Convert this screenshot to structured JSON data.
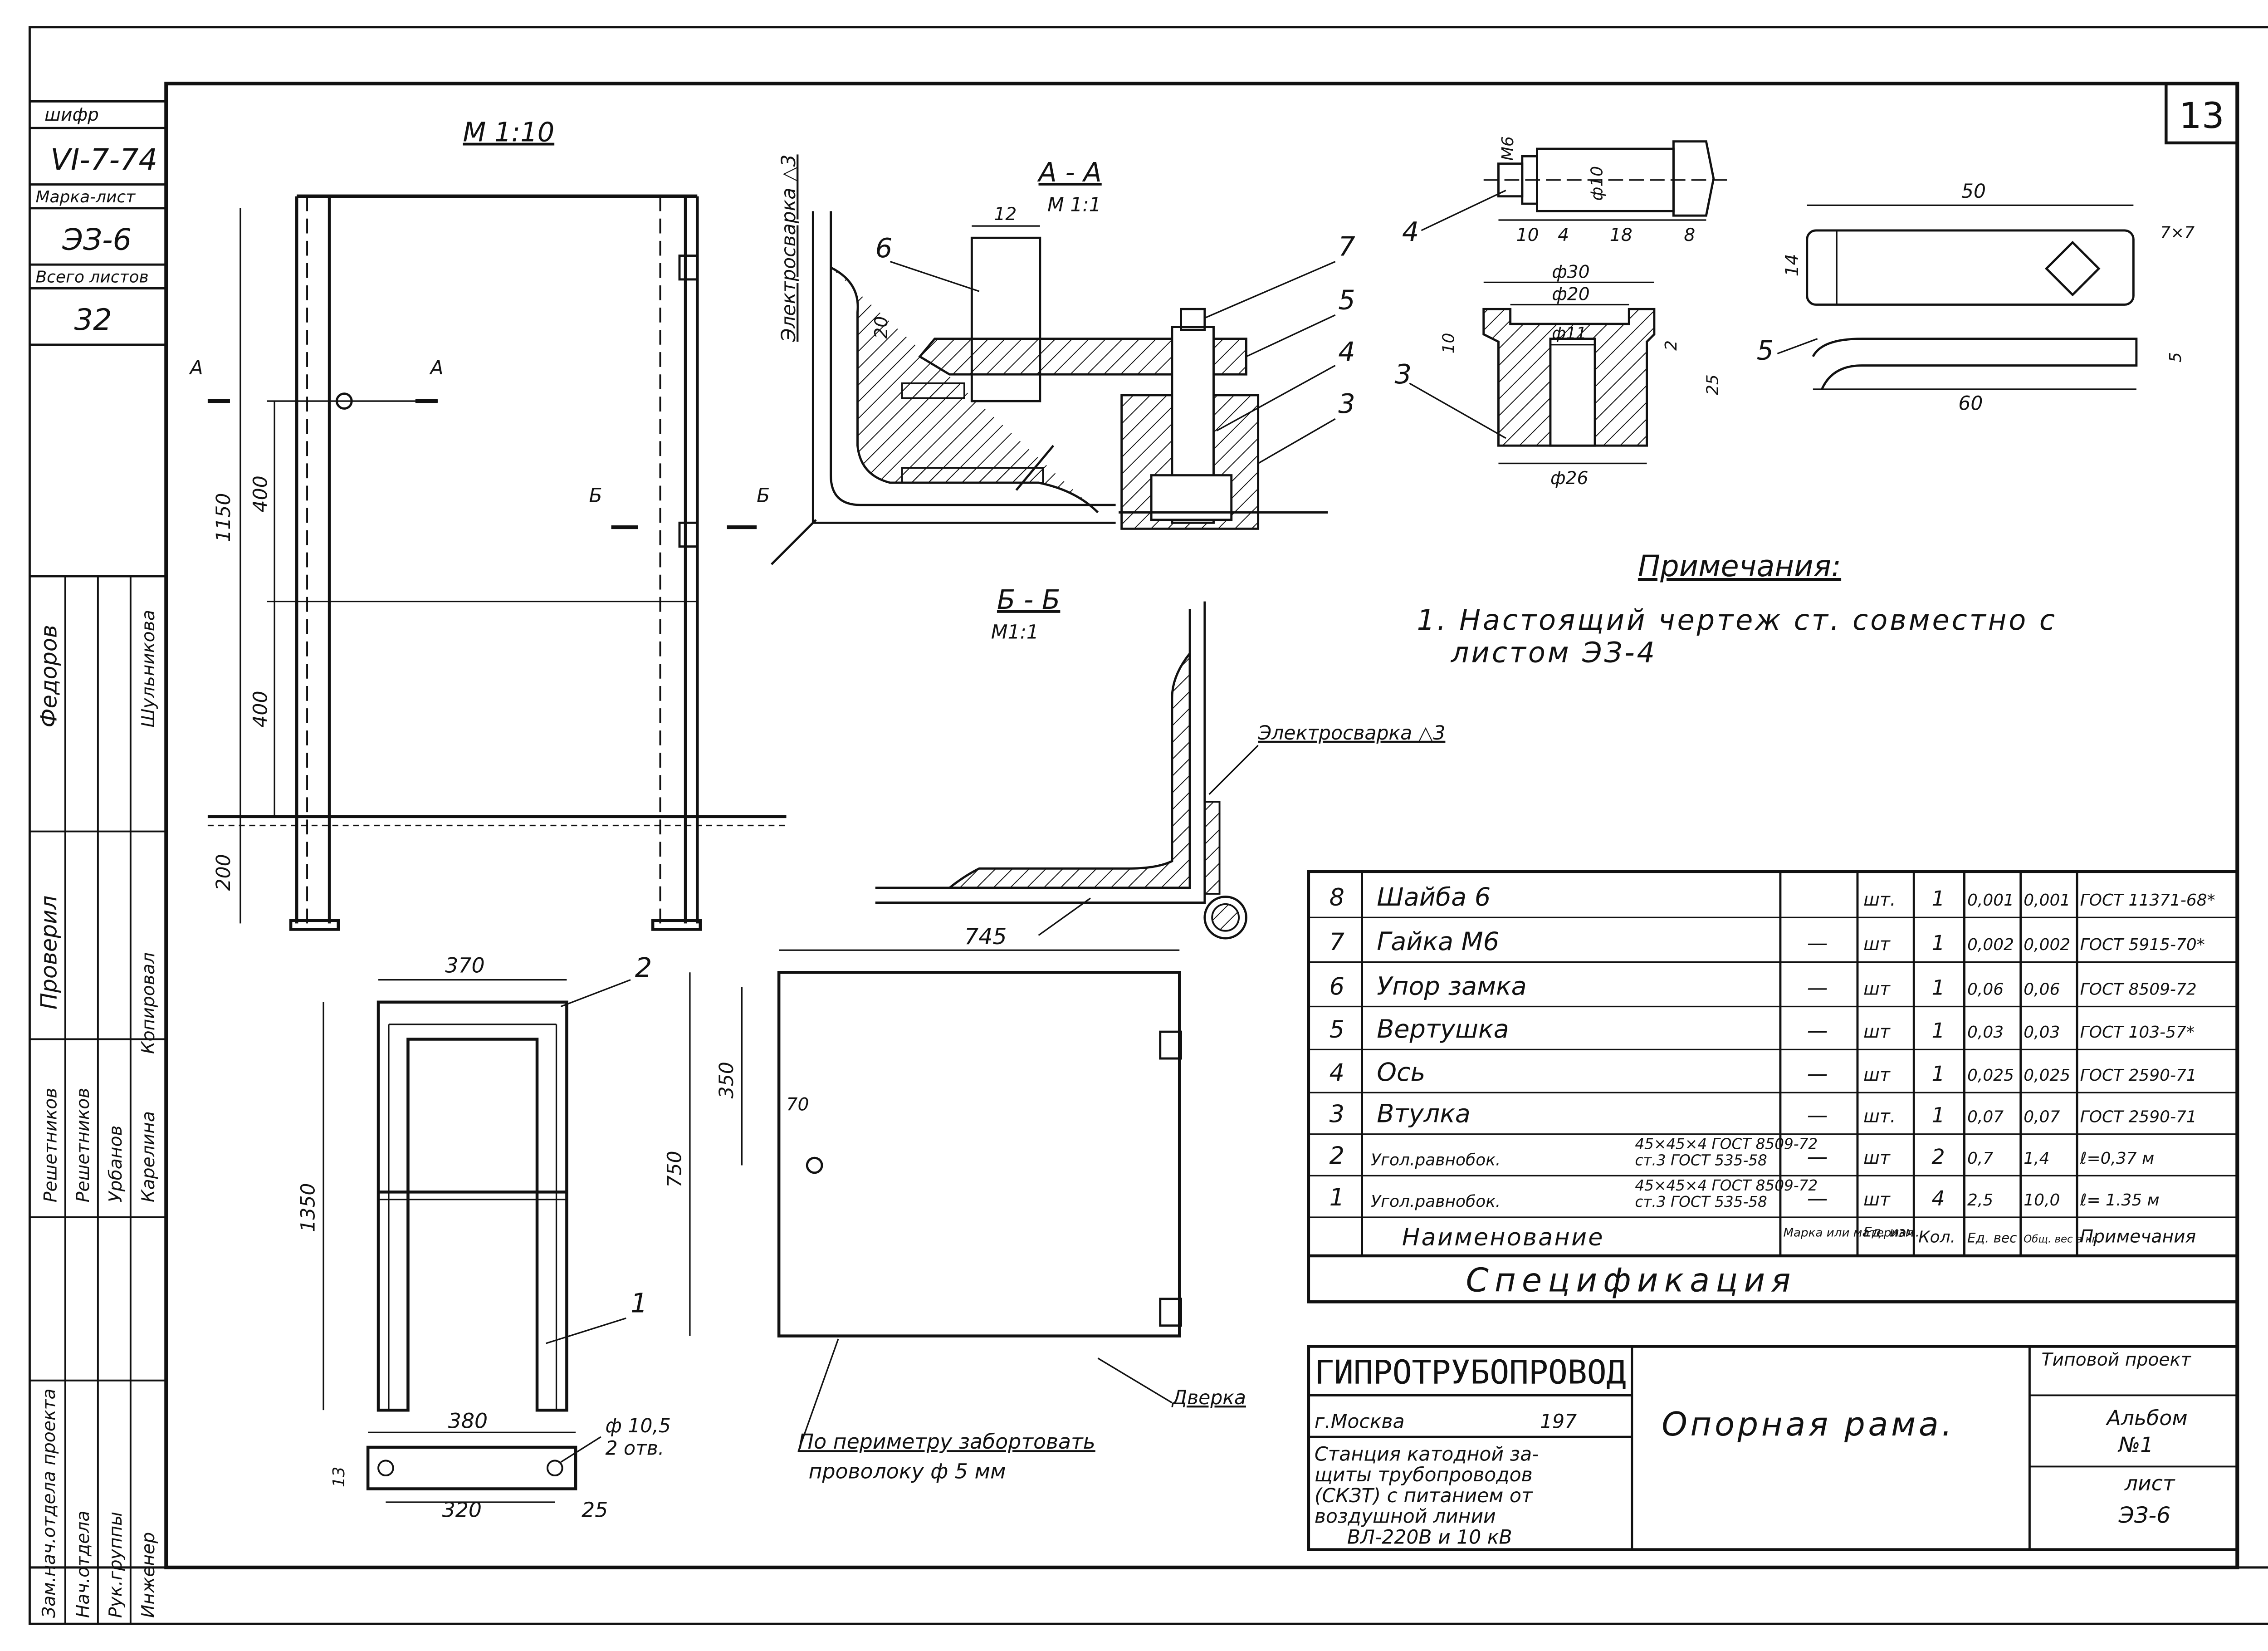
{
  "sheet_number": "13",
  "side_stamp": {
    "cipher_label": "шифр",
    "cipher_value": "VI-7-74",
    "mark_sheet_label": "Марка-лист",
    "mark_sheet_value": "ЭЗ-6",
    "total_sheets_label": "Всего листов",
    "total_sheets_value": "32",
    "roles": [
      "Зам.нач.отдела проекта",
      "Нач.отдела",
      "Рук.группы",
      "Инженер"
    ],
    "names": [
      "Федоров",
      "Шульникова",
      "Проверил",
      "Копировал",
      "Решетников",
      "Решетников",
      "Урбанов",
      "Карелина"
    ]
  },
  "views": {
    "frame_scale": "М 1:10",
    "section_aa": "А - А",
    "section_aa_scale": "М 1:1",
    "section_bb": "Б - Б",
    "section_bb_scale": "М1:1",
    "cut_a": "А",
    "cut_b": "Б",
    "weld_label": "Электросварка △3",
    "dims_frame": [
      "1150",
      "400",
      "400",
      "200"
    ],
    "dims_front": [
      "370",
      "1350",
      "380",
      "320",
      "25",
      "13"
    ],
    "hole_note": "ф 10,5",
    "hole_count": "2 отв.",
    "dims_door": [
      "745",
      "350",
      "750",
      "70"
    ],
    "door_label": "Дверка",
    "wire_note": "По периметру забортовать",
    "wire_note2": "проволоку   ф 5 мм",
    "dims_aa": [
      "12",
      "20"
    ],
    "dims_axle": [
      "М6",
      "ф10",
      "10",
      "4",
      "18",
      "8"
    ],
    "dims_bushing": [
      "ф30",
      "ф20",
      "ф11",
      "10",
      "2",
      "25",
      "ф26"
    ],
    "dims_latch": [
      "50",
      "14",
      "7×7",
      "60",
      "5"
    ]
  },
  "callouts": [
    "1",
    "2",
    "3",
    "4",
    "5",
    "6",
    "7"
  ],
  "notes": {
    "title": "Примечания:",
    "items": [
      "1. Настоящий чертеж ст. совместно с",
      "листом ЭЗ-4"
    ]
  },
  "spec": {
    "title": "Спецификация",
    "header": [
      "Наименование",
      "Марка или материал",
      "Ед. изм.",
      "Кол.",
      "Ед. вес",
      "Общ. вес в кг",
      "Примечания"
    ],
    "rows": [
      {
        "pos": "8",
        "name": "Шайба 6",
        "mark": "",
        "unit": "шт.",
        "qty": "1",
        "w1": "0,001",
        "w2": "0,001",
        "note": "ГОСТ 11371-68*"
      },
      {
        "pos": "7",
        "name": "Гайка М6",
        "mark": "—",
        "unit": "шт",
        "qty": "1",
        "w1": "0,002",
        "w2": "0,002",
        "note": "ГОСТ 5915-70*"
      },
      {
        "pos": "6",
        "name": "Упор замка",
        "mark": "—",
        "unit": "шт",
        "qty": "1",
        "w1": "0,06",
        "w2": "0,06",
        "note": "ГОСТ 8509-72"
      },
      {
        "pos": "5",
        "name": "Вертушка",
        "mark": "—",
        "unit": "шт",
        "qty": "1",
        "w1": "0,03",
        "w2": "0,03",
        "note": "ГОСТ 103-57*"
      },
      {
        "pos": "4",
        "name": "Ось",
        "mark": "—",
        "unit": "шт",
        "qty": "1",
        "w1": "0,025",
        "w2": "0,025",
        "note": "ГОСТ 2590-71"
      },
      {
        "pos": "3",
        "name": "Втулка",
        "mark": "—",
        "unit": "шт.",
        "qty": "1",
        "w1": "0,07",
        "w2": "0,07",
        "note": "ГОСТ 2590-71"
      },
      {
        "pos": "2",
        "name": "Угол.равнобок.",
        "sub1": "45×45×4 ГОСТ 8509-72",
        "sub2": "ст.3   ГОСТ 535-58",
        "mark": "—",
        "unit": "шт",
        "qty": "2",
        "w1": "0,7",
        "w2": "1,4",
        "note": "ℓ=0,37 м"
      },
      {
        "pos": "1",
        "name": "Угол.равнобок.",
        "sub1": "45×45×4 ГОСТ 8509-72",
        "sub2": "ст.3   ГОСТ 535-58",
        "mark": "—",
        "unit": "шт",
        "qty": "4",
        "w1": "2,5",
        "w2": "10,0",
        "note": "ℓ= 1.35 м"
      }
    ]
  },
  "title_block": {
    "org": "ГИПРОТРУБОПРОВОД",
    "city": "г.Москва",
    "year": "197",
    "project_lines": [
      "Станция катодной за-",
      "щиты трубопроводов",
      "(СКЗТ) с питанием от",
      "воздушной линии",
      "ВЛ-220В и 10 кВ"
    ],
    "drawing_title": "Опорная рама.",
    "type_project": "Типовой проект",
    "album": "Альбом",
    "album_no": "№1",
    "sheet_label": "лист",
    "sheet_code": "ЭЗ-6"
  }
}
